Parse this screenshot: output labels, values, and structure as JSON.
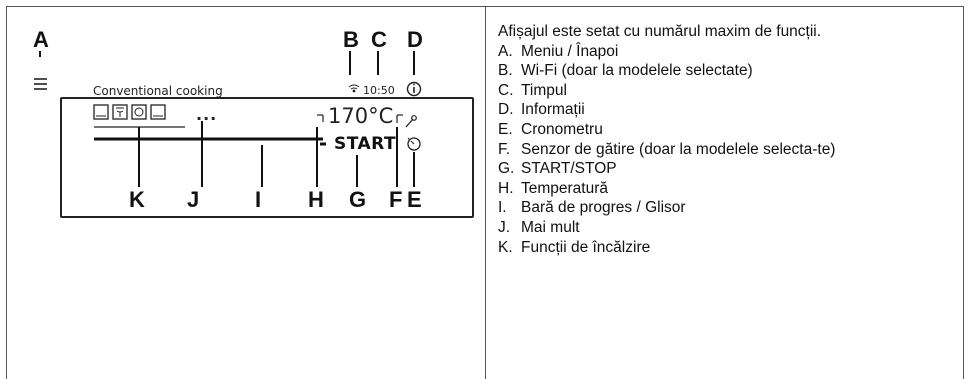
{
  "figure": {
    "callouts": [
      "A",
      "B",
      "C",
      "D",
      "E",
      "F",
      "G",
      "H",
      "I",
      "J",
      "K"
    ],
    "screen": {
      "mode_label": "Conventional cooking",
      "time": "10:50",
      "temperature": "170°C",
      "start_label": "START",
      "more_label": "...",
      "icons": [
        "menu-icon",
        "wifi-icon",
        "info-icon",
        "probe-icon",
        "timer-icon",
        "heating-function-icons"
      ]
    }
  },
  "legend": {
    "intro": "Afișajul este setat cu numărul maxim de funcții.",
    "items": [
      {
        "key": "A.",
        "text": "Meniu / Înapoi"
      },
      {
        "key": "B.",
        "text": "Wi-Fi (doar la modelele selectate)"
      },
      {
        "key": "C.",
        "text": "Timpul"
      },
      {
        "key": "D.",
        "text": "Informații"
      },
      {
        "key": "E.",
        "text": "Cronometru"
      },
      {
        "key": "F.",
        "text": "Senzor de gătire (doar la modelele selecta-te)"
      },
      {
        "key": "G.",
        "text": "START/STOP"
      },
      {
        "key": "H.",
        "text": "Temperatură"
      },
      {
        "key": "I.",
        "text": "Bară de progres / Glisor"
      },
      {
        "key": "J.",
        "text": "Mai mult"
      },
      {
        "key": "K.",
        "text": "Funcții de încălzire"
      }
    ]
  }
}
